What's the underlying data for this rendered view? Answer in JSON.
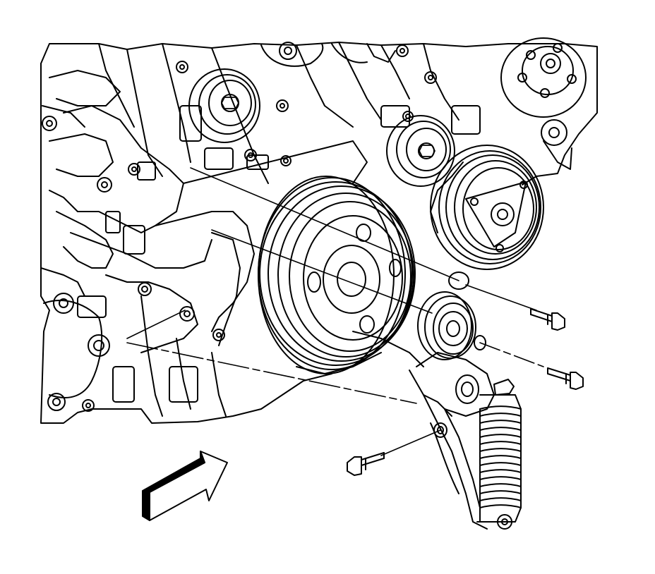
{
  "diagram": {
    "style": "technical line drawing",
    "colors": {
      "line": "#000000",
      "background": "#ffffff"
    },
    "components": [
      "engine-block",
      "crankshaft-pulley",
      "idler-pulley-upper",
      "idler-pulley-middle",
      "ac-compressor-clutch",
      "water-pump-pulley",
      "belt-tensioner",
      "tensioner-pulley",
      "tensioner-spring",
      "tensioner-bolt-upper",
      "tensioner-bolt-middle",
      "tensioner-bolt-lower",
      "direction-arrow"
    ]
  }
}
